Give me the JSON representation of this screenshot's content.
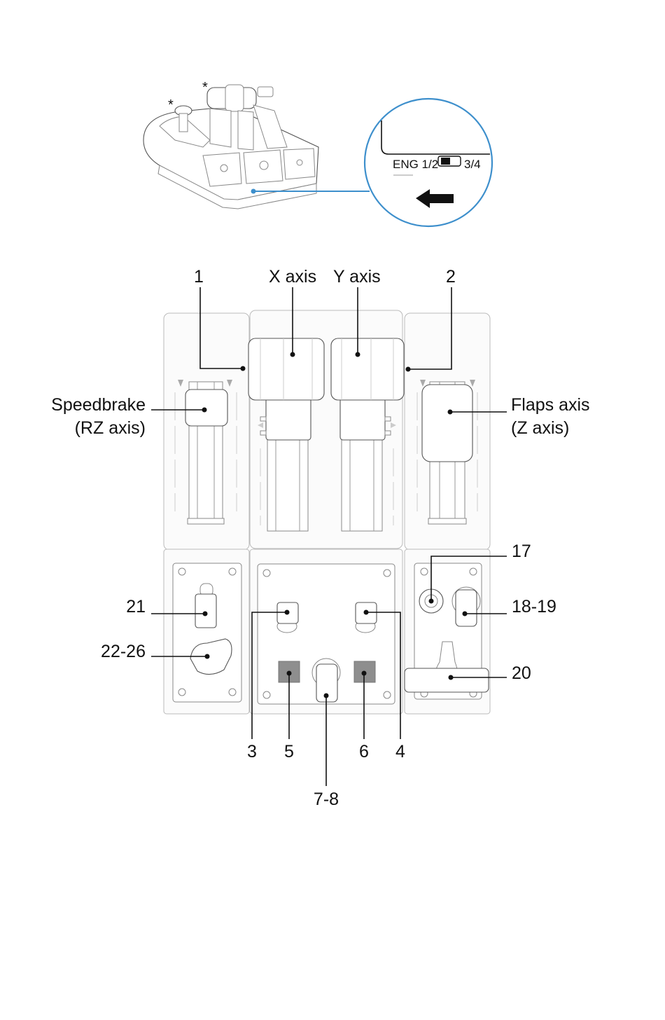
{
  "overview": {
    "asterisk_left": "*",
    "asterisk_right": "*",
    "zoom": {
      "switch_left": "ENG 1/2",
      "switch_right": "3/4",
      "arrow_icon": "left-arrow-icon",
      "accent_color": "#3d8fcc"
    }
  },
  "labels": {
    "top": {
      "l1": "1",
      "x_axis": "X axis",
      "y_axis": "Y axis",
      "l2": "2"
    },
    "speedbrake": {
      "line1": "Speedbrake",
      "line2": "(RZ axis)"
    },
    "flaps": {
      "line1": "Flaps axis",
      "line2": "(Z axis)"
    },
    "right": {
      "l17": "17",
      "l18_19": "18-19",
      "l20": "20"
    },
    "left": {
      "l21": "21",
      "l22_26": "22-26"
    },
    "bottom": {
      "l3": "3",
      "l5": "5",
      "l6": "6",
      "l4": "4",
      "l7_8": "7-8"
    }
  }
}
